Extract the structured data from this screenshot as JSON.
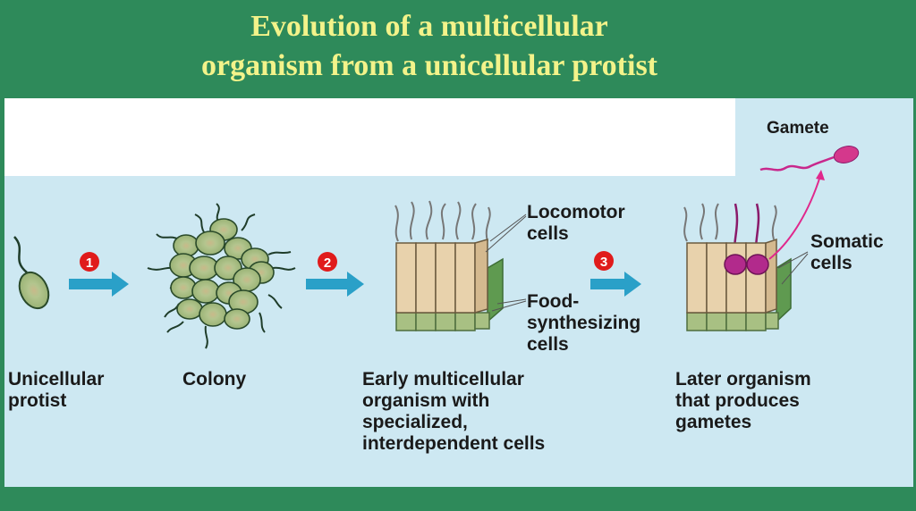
{
  "title": [
    "Evolution of a multicellular",
    "organism from a unicellular protist"
  ],
  "steps": [
    "1",
    "2",
    "3"
  ],
  "stages": {
    "unicellular": [
      "Unicellular",
      "protist"
    ],
    "colony": [
      "Colony"
    ],
    "early": [
      "Early multicellular",
      "organism with",
      "specialized,",
      "interdependent cells"
    ],
    "later": [
      "Later organism",
      "that produces",
      "gametes"
    ]
  },
  "callouts": {
    "locomotor": [
      "Locomotor",
      "cells"
    ],
    "food": [
      "Food-",
      "synthesizing",
      "cells"
    ],
    "somatic": [
      "Somatic",
      "cells"
    ],
    "gamete": "Gamete"
  },
  "colors": {
    "header": "#2e8a5a",
    "title": "#f3f38a",
    "panel": "#cde8f2",
    "arrow": "#2aa0c8",
    "badge": "#e01b1b",
    "cell_green": "#a8c083",
    "cell_tan": "#e8d2ac",
    "gamete": "#d4288c"
  }
}
